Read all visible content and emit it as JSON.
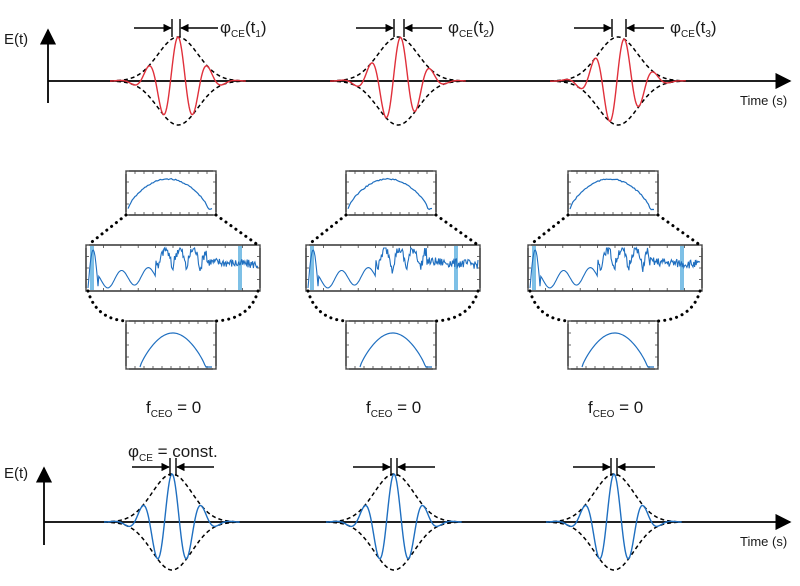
{
  "top_panel": {
    "y_label": "E(t)",
    "x_label": "Time (s)",
    "phase_labels": [
      {
        "phi": "φ",
        "sub": "CE",
        "pre": "(t",
        "idx": "1",
        "post": ")"
      },
      {
        "phi": "φ",
        "sub": "CE",
        "pre": "(t",
        "idx": "2",
        "post": ")"
      },
      {
        "phi": "φ",
        "sub": "CE",
        "pre": "(t",
        "idx": "3",
        "post": ")"
      }
    ],
    "pulse_color": "#e0303b",
    "envelope_color": "#000000"
  },
  "spectra": {
    "line_color": "#1f6fc0",
    "marker_color": "#7ec0e6",
    "fceo_labels": [
      {
        "f": "f",
        "sub": "CEO",
        "rest": " = 0"
      },
      {
        "f": "f",
        "sub": "CEO",
        "rest": " = 0"
      },
      {
        "f": "f",
        "sub": "CEO",
        "rest": " = 0"
      }
    ]
  },
  "bottom_panel": {
    "y_label": "E(t)",
    "x_label": "Time (s)",
    "phase_label": {
      "phi": "φ",
      "sub": "CE",
      "rest": " = const."
    },
    "pulse_color": "#1f6fc0"
  }
}
